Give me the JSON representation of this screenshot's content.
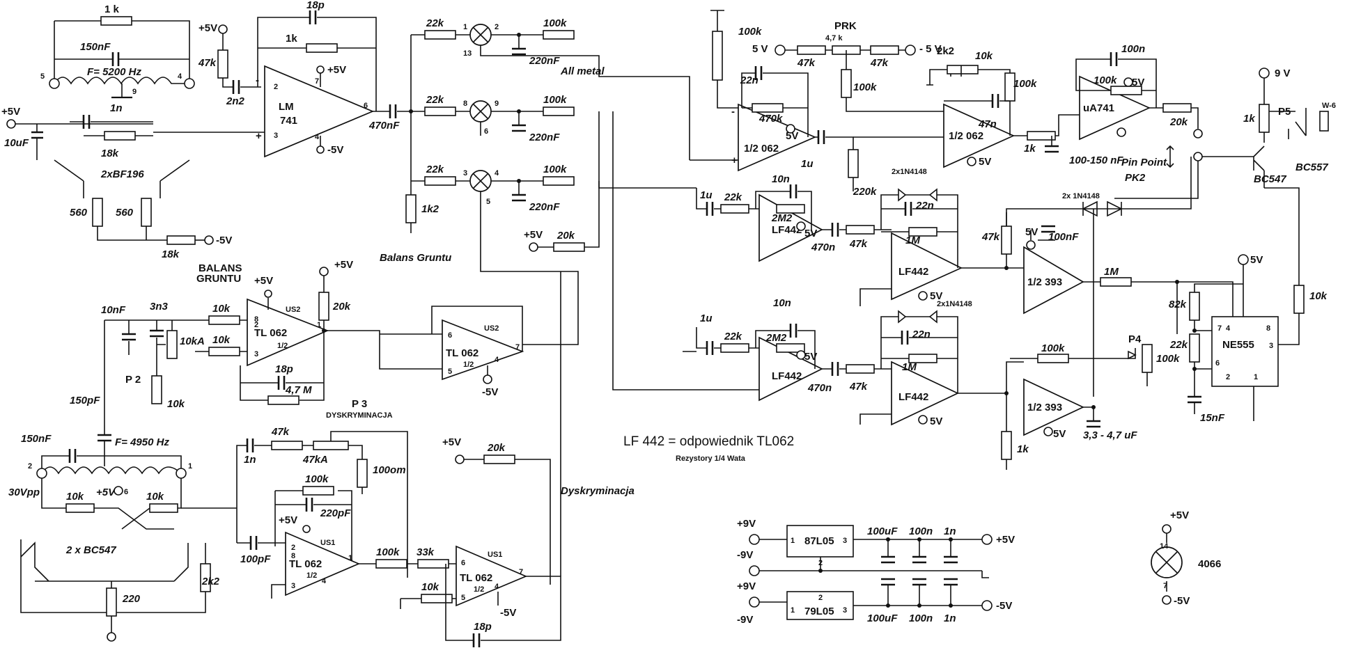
{
  "title": "",
  "notes": {
    "equivalence": "LF 442 = odpowiednik TL062",
    "resistors": "Rezystory 1/4 Wata"
  },
  "signals": {
    "all_metal": "All metal",
    "balans_gruntu": "Balans Gruntu",
    "dyskryminacja": "Dyskryminacja",
    "pin_point": "Pin Point"
  },
  "oscillators": {
    "tx_freq": "F= 5200 Hz",
    "rx_freq": "F= 4950 Hz",
    "transistors_top": "2xBF196",
    "transistors_bottom": "2 x BC547",
    "amplitude": "30Vpp"
  },
  "controls": {
    "balans_title": "BALANS",
    "balans_title2": "GRUNTU",
    "p2": "P 2",
    "p3": "P 3",
    "dyskryminacja_title": "DYSKRYMINACJA",
    "prk": "PRK",
    "p4": "P4",
    "p5": "P5",
    "pk2": "PK2"
  },
  "ics": {
    "lm741": "LM",
    "lm741b": "741",
    "ua741": "uA741",
    "tl062": "TL 062",
    "half": "1/2",
    "half062": "1/2 062",
    "lf442": "LF442",
    "half393": "1/2 393",
    "ne555": "NE555",
    "us1": "US1",
    "us2": "US2",
    "reg1": "87L05",
    "reg2": "79L05",
    "switch": "4066",
    "bc547": "BC547",
    "bc557": "BC557",
    "diodes": "2x1N4148",
    "diodes2": "2x 1N4148",
    "speaker": "W-6"
  },
  "rails": {
    "p5": "+5V",
    "m5": "-5V",
    "p9": "+9V",
    "m9": "-9V",
    "v5": "5V",
    "v9": "9 V",
    "plus5": "5 V",
    "minus5": "- 5 V"
  },
  "components": {
    "r1k": "1 k",
    "c150n": "150nF",
    "c1n": "1n",
    "r18k": "18k",
    "c10u": "10uF",
    "r560": "560",
    "c18p": "18p",
    "r1k_b": "1k",
    "r47k": "47k",
    "c2n2": "2n2",
    "c470n": "470nF",
    "r22k": "22k",
    "r100k": "100k",
    "c220n": "220nF",
    "r1k2": "1k2",
    "r20k": "20k",
    "c10n": "10nF",
    "c3n3": "3n3",
    "r10k": "10k",
    "p10ka": "10kA",
    "r4m7": "4,7 M",
    "c150p": "150pF",
    "p47ka": "47kA",
    "r100om": "100om",
    "c220p": "220pF",
    "c100p": "100pF",
    "r33k": "33k",
    "r2k2": "2k2",
    "r220": "220",
    "c22n": "22n",
    "r470k": "470k",
    "c1u": "1u",
    "r220k": "220k",
    "c47n": "47n",
    "c100_150n": "100-150 nF",
    "r4k7": "4,7 k",
    "c10n_b": "10n",
    "r2m2": "2M2",
    "r1m": "1M",
    "c470n_b": "470n",
    "c100nf": "100nF",
    "r82k": "82k",
    "c15n": "15nF",
    "c33_47u": "3,3 - 4,7 uF",
    "c100u": "100uF",
    "c100n": "100n",
    "pin13": "13",
    "pin1": "1",
    "pin2": "2",
    "pin3": "3",
    "pin4": "4",
    "pin5": "5",
    "pin6": "6",
    "pin7": "7",
    "pin8": "8",
    "pin9": "9",
    "pin14": "14",
    "pin5b": "5",
    "pin4b": "4"
  }
}
